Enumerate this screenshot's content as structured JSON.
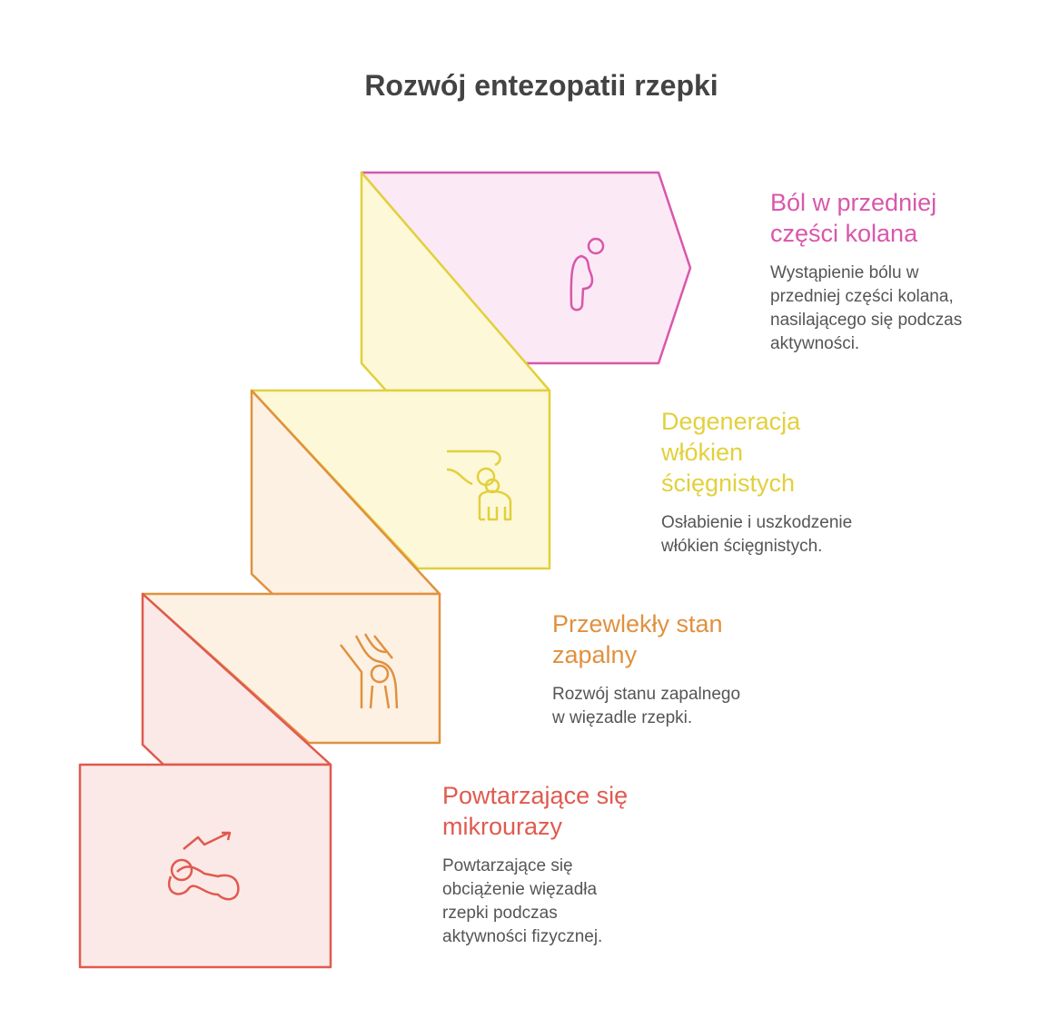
{
  "title": "Rozwój entezopatii rzepki",
  "colors": {
    "pink": "#d957aa",
    "yellow": "#e2d03c",
    "orange": "#e0913f",
    "red": "#e05a4f"
  },
  "steps": [
    {
      "icon": "bent-person-icon",
      "title": [
        "Ból w przedniej",
        "części kolana"
      ],
      "desc": [
        "Wystąpienie bólu w",
        "przedniej części kolana,",
        "nasilającego się podczas",
        "aktywności."
      ]
    },
    {
      "icon": "tendon-joint-icon",
      "title": [
        "Degeneracja",
        "włókien",
        "ścięgnistych"
      ],
      "desc": [
        "Osłabienie i uszkodzenie",
        "włókien ścięgnistych."
      ]
    },
    {
      "icon": "knee-joint-icon",
      "title": [
        "Przewlekły stan",
        "zapalny"
      ],
      "desc": [
        "Rozwój stanu zapalnego",
        "w więzadle rzepki."
      ]
    },
    {
      "icon": "strain-trend-icon",
      "title": [
        "Powtarzające się",
        "mikrourazy"
      ],
      "desc": [
        "Powtarzające się",
        "obciążenie więzadła",
        "rzepki podczas",
        "aktywności fizycznej."
      ]
    }
  ]
}
